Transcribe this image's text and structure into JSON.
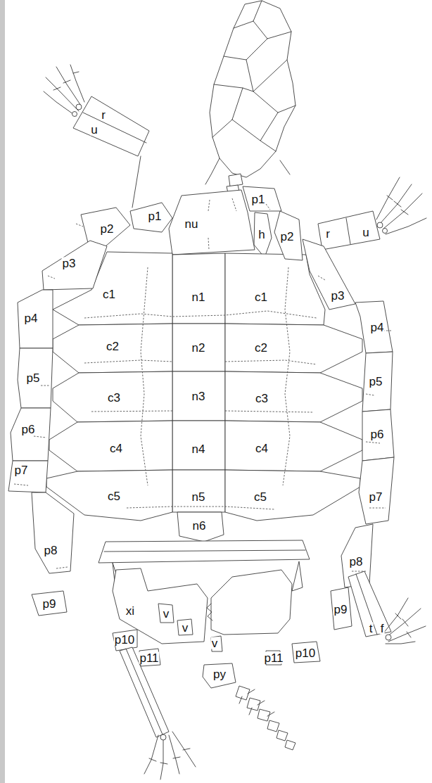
{
  "diagram": {
    "labels": [
      "r",
      "u",
      "p1",
      "p1",
      "nu",
      "p2",
      "h",
      "r",
      "u",
      "p2",
      "p3",
      "p3",
      "c1",
      "n1",
      "c1",
      "p4",
      "p4",
      "c2",
      "n2",
      "c2",
      "p5",
      "p5",
      "c3",
      "n3",
      "c3",
      "p6",
      "p6",
      "c4",
      "n4",
      "c4",
      "p7",
      "c5",
      "n5",
      "c5",
      "p7",
      "n6",
      "p8",
      "p8",
      "p9",
      "p9",
      "xi",
      "v",
      "v",
      "t",
      "f",
      "p10",
      "p10",
      "v",
      "p11",
      "p11",
      "py"
    ]
  }
}
